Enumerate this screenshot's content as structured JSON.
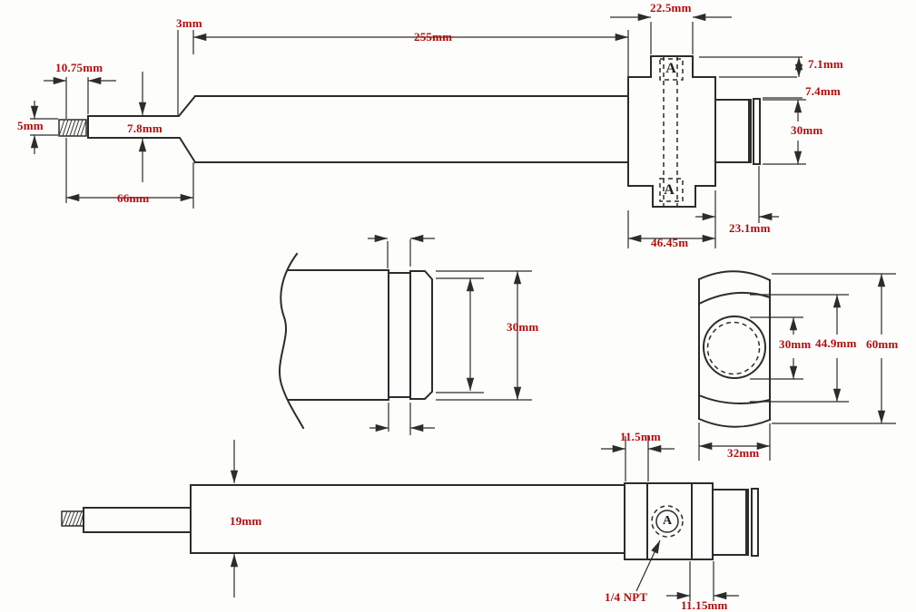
{
  "style": {
    "dimension_text_color": "#b00d0d",
    "line_color": "#2e2c2a",
    "background": "#fdfdfc"
  },
  "views": {
    "side_section": {
      "labels": {
        "d3mm": "3mm",
        "d255mm": "255mm",
        "d22_5mm": "22.5mm",
        "d7_1mm": "7.1mm",
        "d7_4mm": "7.4mm",
        "d30mm": "30mm",
        "d10_75mm": "10.75mm",
        "d5mm": "5mm",
        "d7_8mm": "7.8mm",
        "d66mm": "66mm",
        "d23_1mm": "23.1mm",
        "d46_45m": "46.45m",
        "section_marker_top": "A",
        "section_marker_bottom": "A"
      }
    },
    "collar_detail": {
      "labels": {
        "d30mm": "30mm"
      }
    },
    "end_view": {
      "labels": {
        "d30mm": "30mm",
        "d44_9mm": "44.9mm",
        "d60mm": "60mm",
        "d32mm": "32mm"
      }
    },
    "side_plain": {
      "labels": {
        "d19mm": "19mm",
        "d11_5mm": "11.5mm",
        "d11_15mm": "11.15mm",
        "port_thread": "1/4 NPT",
        "port_marker": "A"
      }
    }
  }
}
